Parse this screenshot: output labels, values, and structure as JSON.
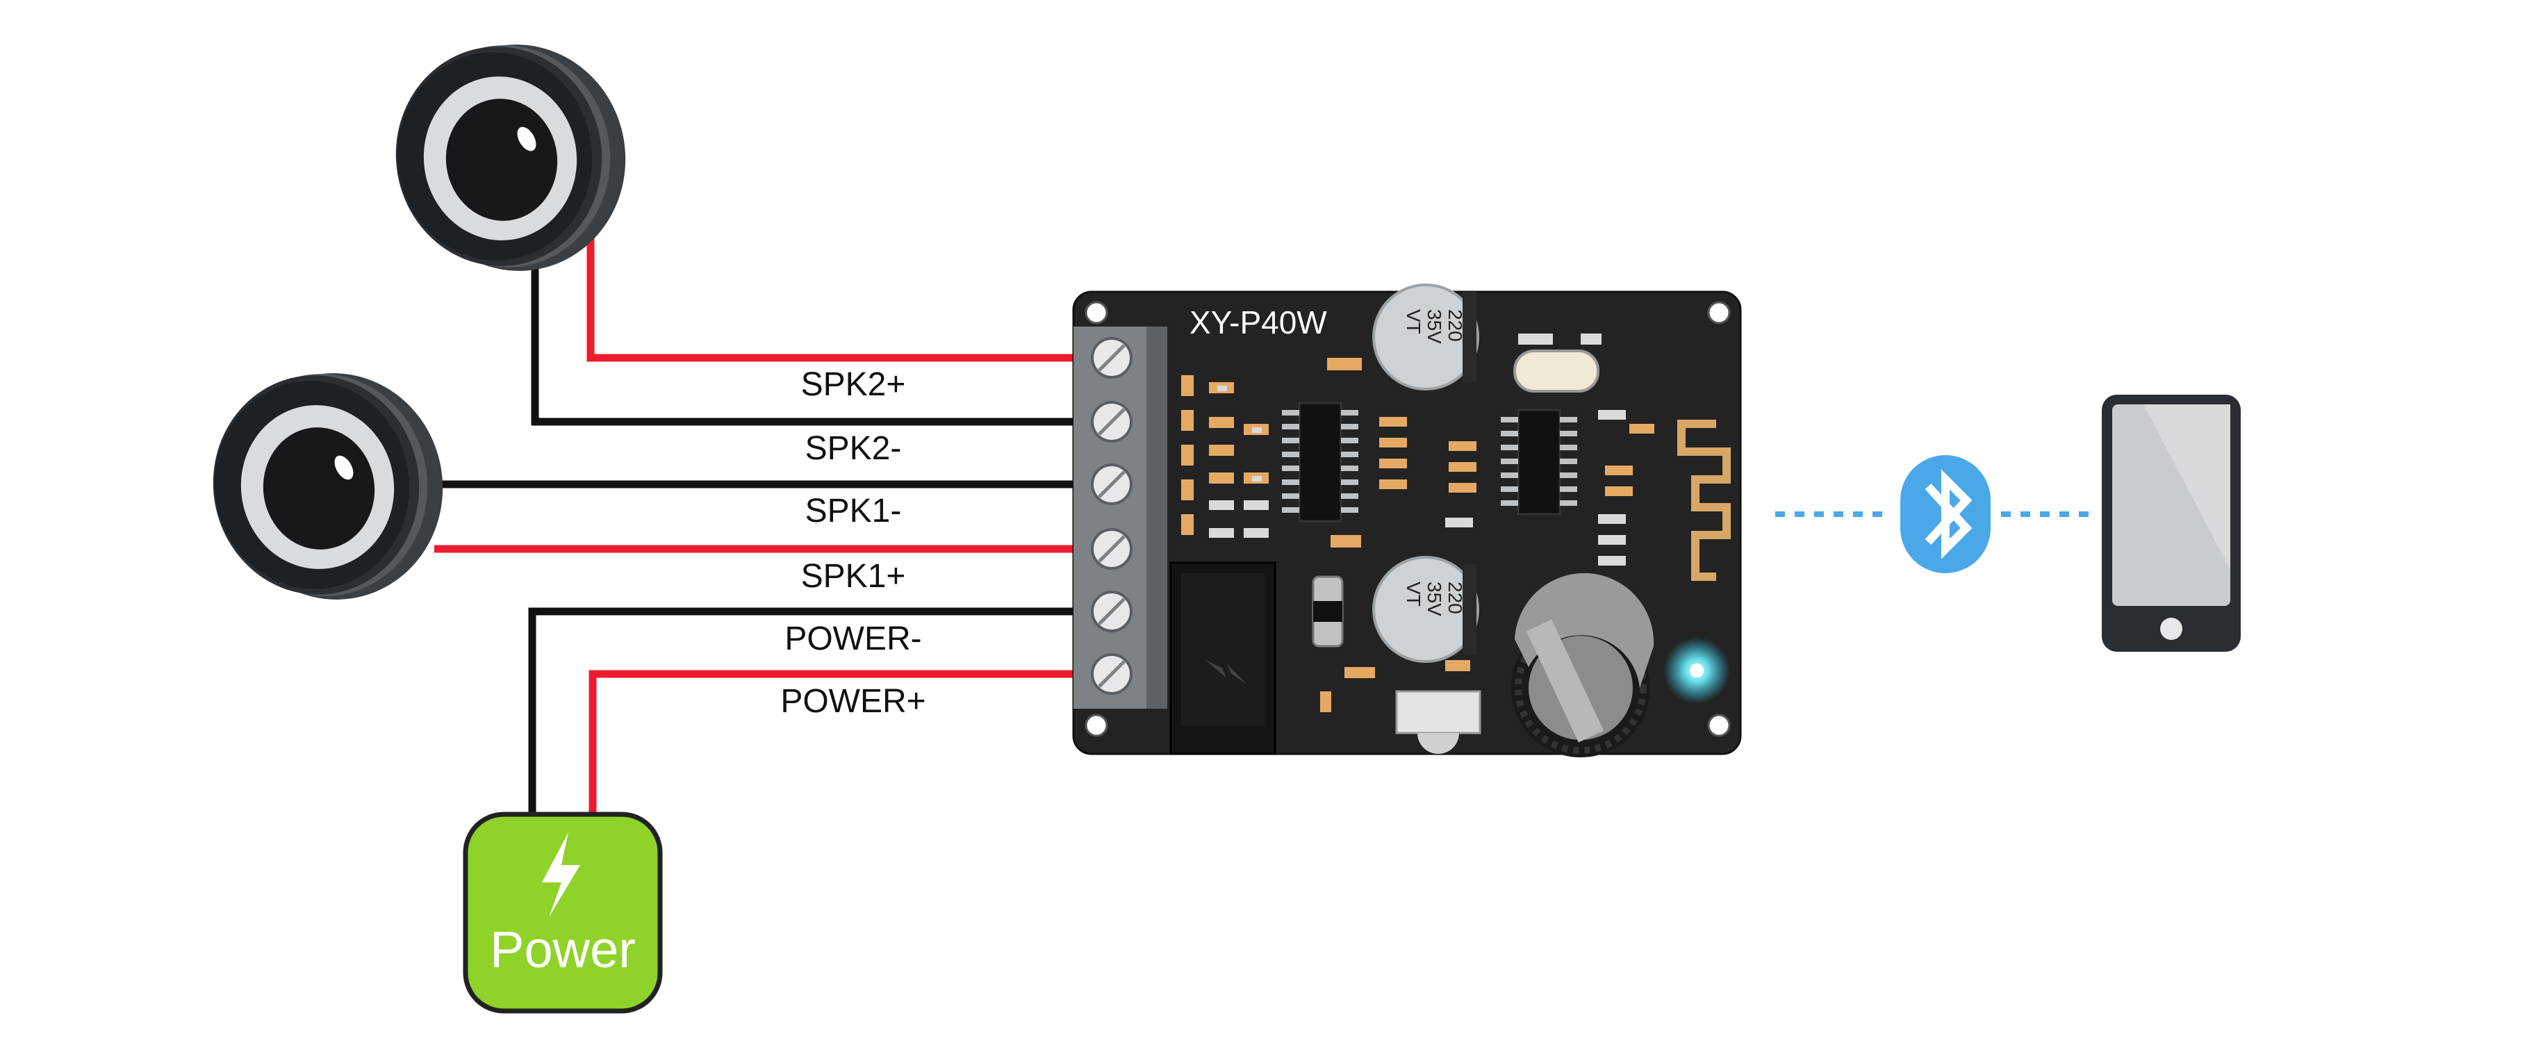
{
  "board": {
    "model": "XY-P40W",
    "capacitor_1": {
      "line1": "220",
      "line2": "35V",
      "line3": "VT"
    },
    "capacitor_2": {
      "line1": "220",
      "line2": "35V",
      "line3": "VT"
    }
  },
  "terminals": [
    {
      "label": "SPK2+",
      "wire_color": "#ee1c2e"
    },
    {
      "label": "SPK2-",
      "wire_color": "#111111"
    },
    {
      "label": "SPK1-",
      "wire_color": "#111111"
    },
    {
      "label": "SPK1+",
      "wire_color": "#ee1c2e"
    },
    {
      "label": "POWER-",
      "wire_color": "#111111"
    },
    {
      "label": "POWER+",
      "wire_color": "#ee1c2e"
    }
  ],
  "power_supply": {
    "label": "Power",
    "color": "#8fd22a",
    "icon": "lightning-bolt-icon"
  },
  "speakers": [
    {
      "icon": "speaker-icon"
    },
    {
      "icon": "speaker-icon"
    }
  ],
  "connection": {
    "icon": "bluetooth-icon",
    "color": "#4aa8e8"
  },
  "device": {
    "icon": "smartphone-icon"
  }
}
